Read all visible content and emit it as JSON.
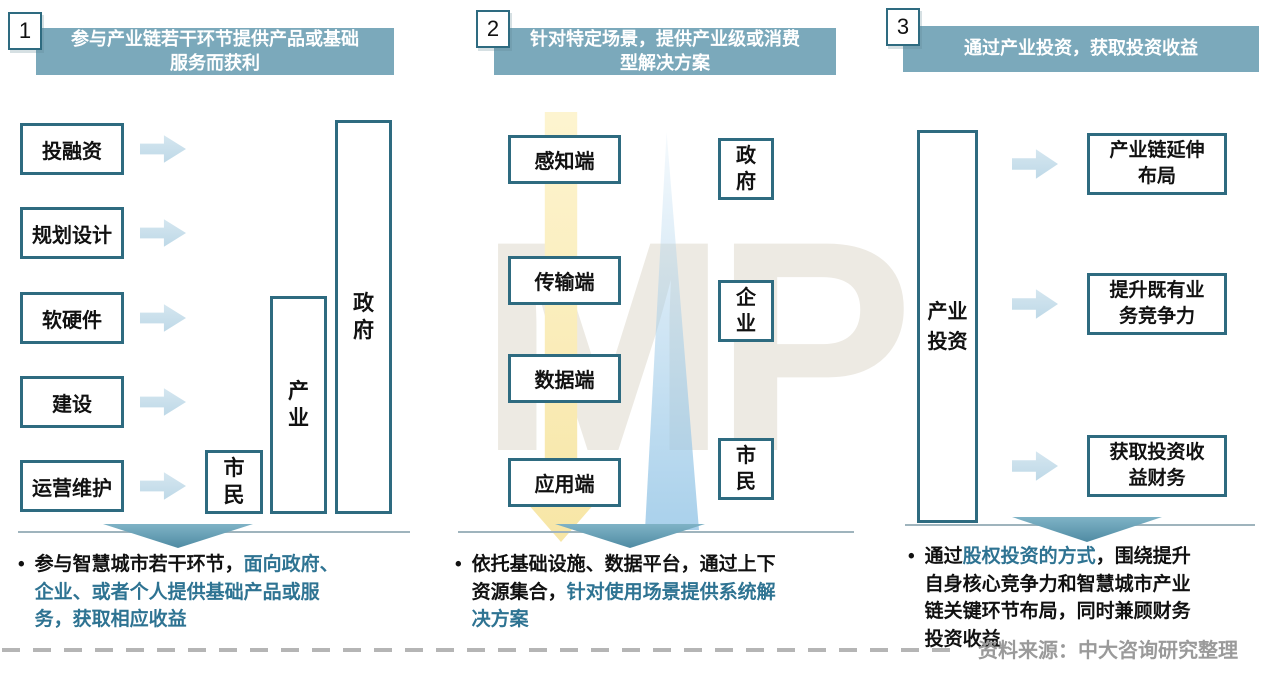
{
  "watermark": "MP",
  "bullet_marker": "•",
  "colors": {
    "box_border": "#2e6b80",
    "header_bg": "#7ba9bb",
    "light_arrow": "#c9dfea",
    "down_triangle": "#4f8ba3",
    "teal_text": "#2e7392",
    "yellow_arrow": "#f7e6a6",
    "source_grey": "#9a9a9a"
  },
  "columns": [
    {
      "number": "1",
      "header": "参与产业链若干环节提供产品或基础服务而获利",
      "chain_boxes": [
        "投融资",
        "规划设计",
        "软硬件",
        "建设",
        "运营维护"
      ],
      "bars": [
        "市民",
        "产业",
        "政府"
      ],
      "bullet": {
        "seg1": "参与智慧城市若干环节，",
        "seg2": "面向政府、企业、或者个人提供基础产品或服务，获取相应收益"
      }
    },
    {
      "number": "2",
      "header": "针对特定场景，提供产业级或消费型解决方案",
      "layer_boxes": [
        "感知端",
        "传输端",
        "数据端",
        "应用端"
      ],
      "audience_boxes": [
        "政府",
        "企业",
        "市民"
      ],
      "bullet": {
        "seg1": "依托基础设施、数据平台，通过上下资源集合，",
        "seg2": "针对使用场景提供系统解决方案"
      }
    },
    {
      "number": "3",
      "header": "通过产业投资，获取投资收益",
      "source_box": "产业投资",
      "outcome_boxes": [
        "产业链延伸布局",
        "提升既有业务竞争力",
        "获取投资收益财务"
      ],
      "bullet": {
        "seg1": "通过",
        "seg2": "股权投资的方式",
        "seg3": "，围绕提升自身核心竞争力和智慧城市产业链关键环节布局，同时兼顾财务投资收益"
      }
    }
  ],
  "footer": {
    "source_note": "资料来源：中大咨询研究整理"
  }
}
